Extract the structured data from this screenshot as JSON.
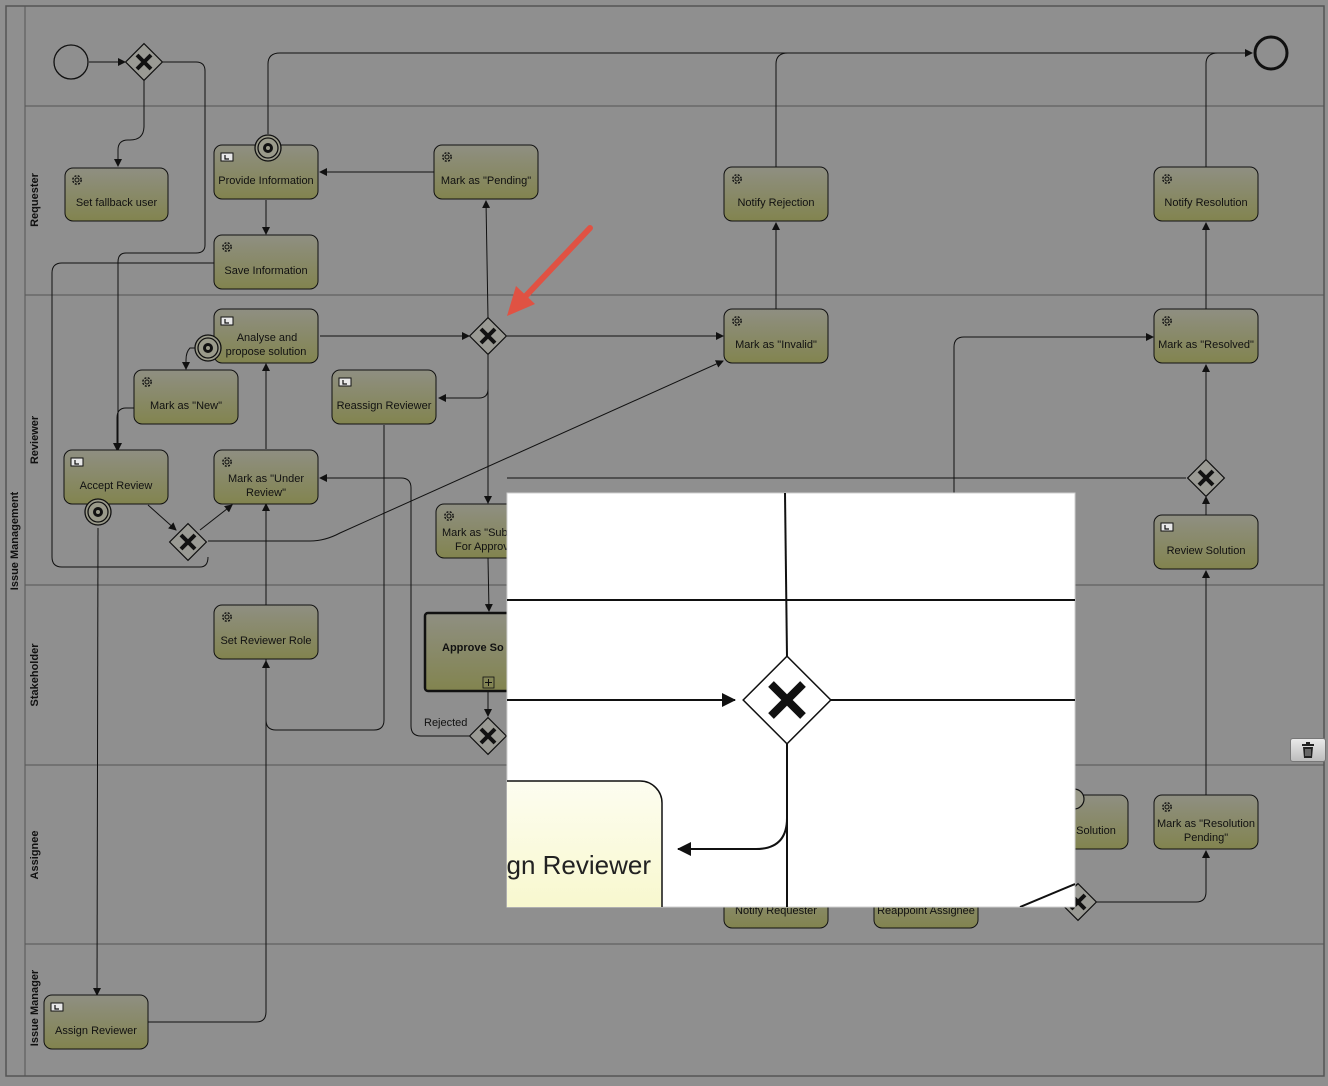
{
  "pool": {
    "label": "Issue Management"
  },
  "lanes": [
    {
      "id": "requester",
      "label": "Requester"
    },
    {
      "id": "reviewer",
      "label": "Reviewer"
    },
    {
      "id": "stakeholder",
      "label": "Stakeholder"
    },
    {
      "id": "assignee",
      "label": "Assignee"
    },
    {
      "id": "issue_manager",
      "label": "Issue Manager"
    }
  ],
  "tasks": {
    "set_fallback_user": {
      "lines": [
        "Set fallback user"
      ],
      "kind": "service"
    },
    "provide_information": {
      "lines": [
        "Provide Information"
      ],
      "kind": "user"
    },
    "save_information": {
      "lines": [
        "Save Information"
      ],
      "kind": "service"
    },
    "mark_pending": {
      "lines": [
        "Mark as \"Pending\""
      ],
      "kind": "service"
    },
    "notify_rejection": {
      "lines": [
        "Notify Rejection"
      ],
      "kind": "service"
    },
    "notify_resolution": {
      "lines": [
        "Notify Resolution"
      ],
      "kind": "service"
    },
    "analyse": {
      "lines": [
        "Analyse and",
        "propose solution"
      ],
      "kind": "user"
    },
    "mark_new": {
      "lines": [
        "Mark as \"New\""
      ],
      "kind": "service"
    },
    "reassign_reviewer": {
      "lines": [
        "Reassign Reviewer"
      ],
      "kind": "user"
    },
    "mark_invalid": {
      "lines": [
        "Mark as \"Invalid\""
      ],
      "kind": "service"
    },
    "mark_resolved": {
      "lines": [
        "Mark as \"Resolved\""
      ],
      "kind": "service"
    },
    "accept_review": {
      "lines": [
        "Accept Review"
      ],
      "kind": "user"
    },
    "mark_under_review": {
      "lines": [
        "Mark as \"Under",
        "Review\""
      ],
      "kind": "service"
    },
    "mark_submitted": {
      "lines": [
        "Mark as \"Sub",
        "For Approv"
      ],
      "kind": "service"
    },
    "review_solution": {
      "lines": [
        "Review Solution"
      ],
      "kind": "user"
    },
    "set_reviewer_role": {
      "lines": [
        "Set Reviewer Role"
      ],
      "kind": "service"
    },
    "approve_solution": {
      "lines": [
        "Approve So"
      ],
      "kind": "subprocess"
    },
    "solution": {
      "lines": [
        "Solution"
      ],
      "kind": "user"
    },
    "mark_resolution_pending": {
      "lines": [
        "Mark as \"Resolution",
        "Pending\""
      ],
      "kind": "service"
    },
    "notify_requester": {
      "lines": [
        "Notify Requester"
      ],
      "kind": "service"
    },
    "reappoint_assignee": {
      "lines": [
        "Reappoint Assignee"
      ],
      "kind": "service"
    },
    "assign_reviewer": {
      "lines": [
        "Assign Reviewer"
      ],
      "kind": "user"
    }
  },
  "edge_labels": {
    "rejected": "Rejected"
  },
  "zoom_inset": {
    "task_label": "gn Reviewer"
  },
  "toolbar": {
    "delete_icon": "trash-icon"
  },
  "colors": {
    "canvas": "#8f8f8f",
    "task_top": "#8f8f82",
    "task_bottom": "#82844f",
    "inset_bg": "#ffffff",
    "inset_task": "#fbfbe2",
    "arrow": "#e05243"
  }
}
